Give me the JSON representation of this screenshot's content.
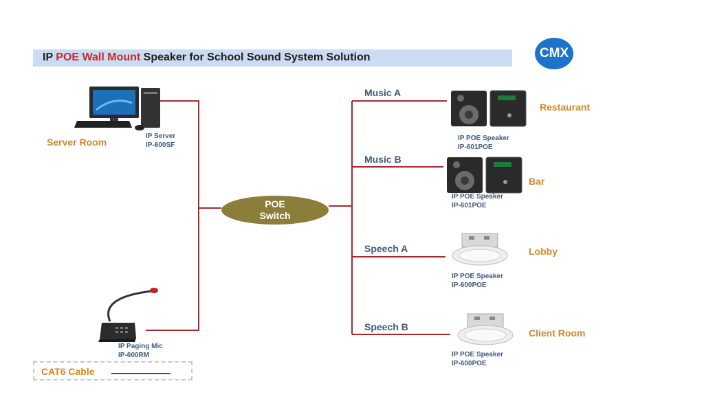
{
  "title": {
    "prefix": "IP ",
    "highlight": "POE Wall Mount",
    "suffix": " Speaker for School Sound System Solution"
  },
  "logo": {
    "text": "CMX"
  },
  "colors": {
    "cable": "#a52a2a",
    "switch": "#8b7d3a",
    "location": "#d4862c",
    "label": "#3f5a78",
    "title_bar": "#c9dcf2",
    "logo": "#1b74c9"
  },
  "server": {
    "location": "Server Room",
    "device_line1": "IP Server",
    "device_line2": "IP-600SF",
    "icon": "desktop-computer-icon"
  },
  "mic": {
    "device_line1": "IP Paging Mic",
    "device_line2": "IP-600RM",
    "icon": "paging-microphone-icon"
  },
  "switch": {
    "line1": "POE",
    "line2": "Switch"
  },
  "zones": [
    {
      "line": "Music A",
      "location": "Restaurant",
      "device_line1": "IP  POE Speaker",
      "device_line2": "IP-601POE",
      "icon": "wall-speaker-icon"
    },
    {
      "line": "Music B",
      "location": "Bar",
      "device_line1": "IP  POE Speaker",
      "device_line2": "IP-601POE",
      "icon": "wall-speaker-icon"
    },
    {
      "line": "Speech A",
      "location": "Lobby",
      "device_line1": "IP  POE Speaker",
      "device_line2": "IP-600POE",
      "icon": "ceiling-speaker-icon"
    },
    {
      "line": "Speech B",
      "location": "Client Room",
      "device_line1": "IP  POE Speaker",
      "device_line2": "IP-600POE",
      "icon": "ceiling-speaker-icon"
    }
  ],
  "legend": {
    "label": "CAT6 Cable"
  }
}
